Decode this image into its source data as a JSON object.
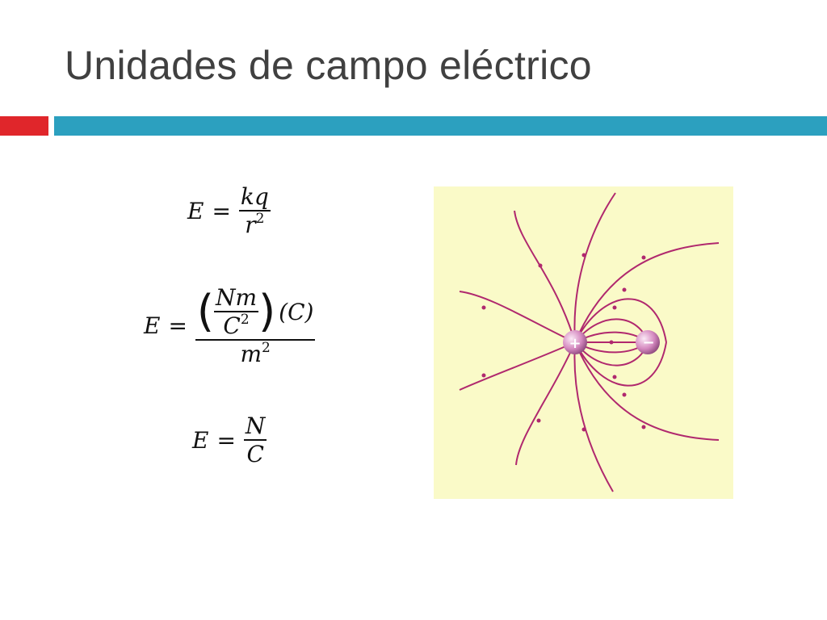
{
  "slide": {
    "title": "Unidades de campo eléctrico"
  },
  "equations": {
    "eq1": {
      "lhs": "E",
      "op": "=",
      "num": "kq",
      "den_base": "r",
      "den_exp": "2"
    },
    "eq2": {
      "lhs": "E",
      "op": "=",
      "inner_num": "Nm",
      "inner_den_base": "C",
      "inner_den_exp": "2",
      "lparen": "(",
      "rparen": ")",
      "factor": "(C)",
      "den_base": "m",
      "den_exp": "2"
    },
    "eq3": {
      "lhs": "E",
      "op": "=",
      "num": "N",
      "den": "C"
    }
  },
  "figure": {
    "positive_label": "+",
    "negative_label": "−",
    "colors": {
      "background": "#fafac8",
      "field_line": "#b0286e",
      "charge": "#d58ac0"
    }
  },
  "colors": {
    "title": "#404040",
    "bar_red": "#e0262b",
    "bar_blue": "#2ca0bf"
  }
}
